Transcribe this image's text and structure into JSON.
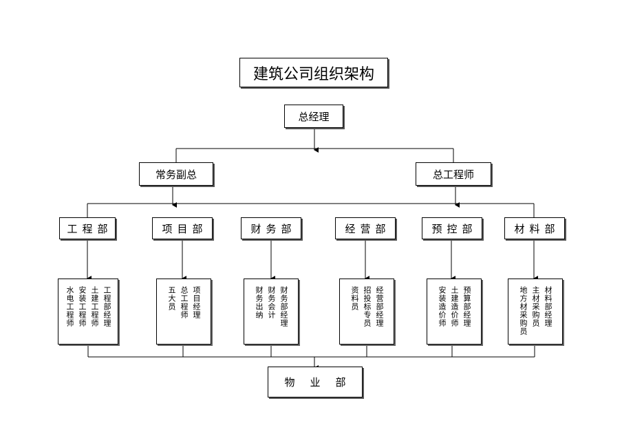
{
  "title": "建筑公司组织架构",
  "top": {
    "label": "总经理"
  },
  "level2": [
    {
      "label": "常务副总"
    },
    {
      "label": "总工程师"
    }
  ],
  "departments": [
    {
      "label": "工程部",
      "staff": [
        "工程部经理",
        "土建工程师",
        "安装工程师",
        "水电工程师"
      ]
    },
    {
      "label": "项目部",
      "staff": [
        "项目经理",
        "总工程师",
        "五大员"
      ]
    },
    {
      "label": "财务部",
      "staff": [
        "财务部经理",
        "财务会计",
        "财务出纳"
      ]
    },
    {
      "label": "经营部",
      "staff": [
        "经营部经理",
        "招投标专员",
        "资料员"
      ]
    },
    {
      "label": "预控部",
      "staff": [
        "预算部经理",
        "土建造价师",
        "安装造价师"
      ]
    },
    {
      "label": "材料部",
      "staff": [
        "材料部经理",
        "主材采购员",
        "地方材采购员"
      ]
    }
  ],
  "bottom": {
    "label": "物业部"
  }
}
